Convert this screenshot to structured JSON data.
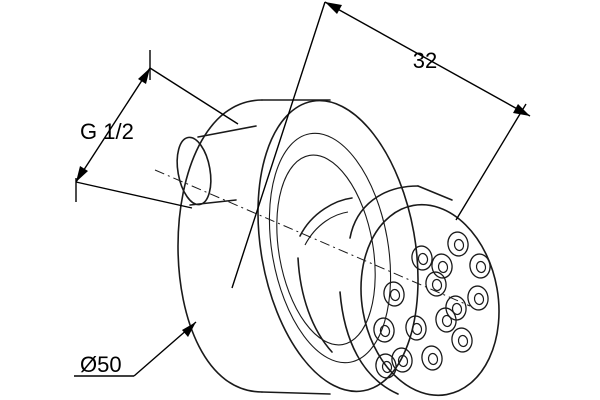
{
  "dimensions": {
    "length": "32",
    "thread": "G 1/2",
    "diameter": "Ø50"
  },
  "colors": {
    "line": "#1a1a1a",
    "background": "#ffffff"
  }
}
